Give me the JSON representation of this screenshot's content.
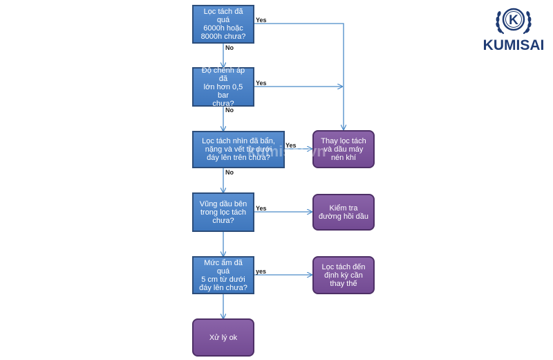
{
  "brand": {
    "name": "KUMISAI",
    "emblem_letter": "K",
    "color": "#1f3b73"
  },
  "watermark": {
    "text": "kumisai.vn"
  },
  "colors": {
    "decision_fill": "#4a80c4",
    "decision_border": "#2c4d7a",
    "action_fill": "#7d559c",
    "action_border": "#4d2f66",
    "connector": "#4a8ac8"
  },
  "flowchart": {
    "decisions": [
      {
        "id": "d1",
        "text": "Lọc tách đã quá\n6000h hoặc\n8000h chưa?"
      },
      {
        "id": "d2",
        "text": "Độ chênh áp đã\nlớn hơn 0,5 bar\nchưa?"
      },
      {
        "id": "d3",
        "text": "Lọc tách nhìn đã bẩn,\nnặng và vết từ dưới\nđáy lên trên chưa?"
      },
      {
        "id": "d4",
        "text": "Vũng dầu bên\ntrong lọc tách\nchưa?"
      },
      {
        "id": "d5",
        "text": "Mức ẩm đã quá\n5 cm từ dưới\nđáy lên chưa?"
      }
    ],
    "actions": [
      {
        "id": "a1",
        "text": "Thay lọc tách\nvà dầu máy\nnén khí"
      },
      {
        "id": "a2",
        "text": "Kiểm tra\nđường hồi dầu"
      },
      {
        "id": "a3",
        "text": "Lọc tách đến\nđịnh kỳ cần\nthay thế"
      },
      {
        "id": "a4",
        "text": "Xử lý ok"
      }
    ],
    "edge_labels": {
      "d1_yes": "Yes",
      "d1_no": "No",
      "d2_yes": "Yes",
      "d2_no": "No",
      "d3_yes": "Yes",
      "d3_no": "No",
      "d4_yes": "Yes",
      "d5_yes": "yes"
    }
  }
}
